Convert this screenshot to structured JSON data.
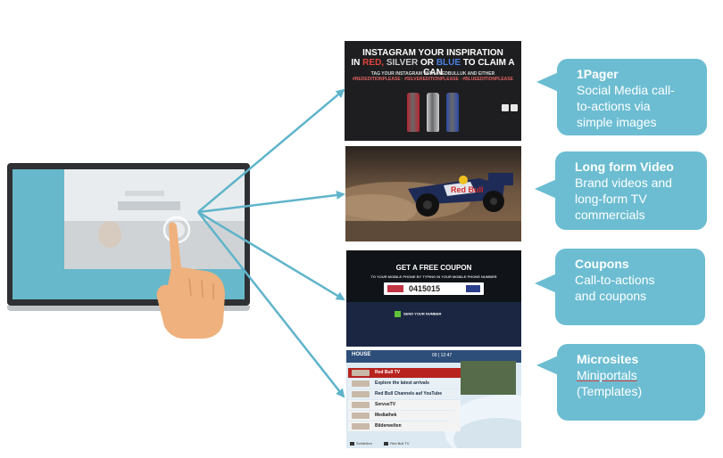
{
  "thumbnails": {
    "instagram": {
      "title_line1": "INSTAGRAM YOUR INSPIRATION",
      "title_line2_prefix": "IN",
      "title_red": "RED,",
      "title_silver": "SILVER",
      "title_or": "OR",
      "title_blue": "BLUE",
      "title_suffix": "TO CLAIM A CAN",
      "subline": "TAG YOUR INSTAGRAM WITH #REDBULLUK AND EITHER",
      "hashtags": "#REDEDITIONPLEASE · #SILVEREDITIONPLEASE · #BLUEEDITIONPLEASE",
      "can_colors": [
        "#b8232d",
        "#c8cacc",
        "#2b4aa8"
      ]
    },
    "video": {
      "car_text": "Red Bull"
    },
    "coupon": {
      "title": "GET A FREE COUPON",
      "subtitle": "TO YOUR MOBILE PHONE BY TYPING IN YOUR MOBILE PHONE NUMBER",
      "number": "0415015",
      "send": "SEND YOUR NUMBER"
    },
    "microsite": {
      "logo": "HOUSE",
      "clock": "09 | 12:47",
      "menu": [
        {
          "label": "Red Bull TV",
          "style": "red"
        },
        {
          "label": "Explore the latest arrivals",
          "style": "blue"
        },
        {
          "label": "Red Bull Channels auf YouTube",
          "style": "blue"
        },
        {
          "label": "ServusTV",
          "style": "light"
        },
        {
          "label": "Mediathek",
          "style": "light"
        },
        {
          "label": "Bilderwelten",
          "style": "light"
        }
      ],
      "foot_left": "Schließen",
      "foot_right": "Red Bull TV"
    }
  },
  "callouts": [
    {
      "title": "1Pager",
      "body": "Social Media call-\nto-actions via\nsimple images"
    },
    {
      "title": "Long form Video",
      "body": "Brand videos and\nlong-form TV\ncommercials"
    },
    {
      "title": "Coupons",
      "body": "Call-to-actions\nand coupons"
    },
    {
      "title": "Microsites",
      "body_underlined": "Miniportals",
      "body": "(Templates)"
    }
  ],
  "colors": {
    "accent": "#6cbdd2",
    "arrow": "#5fb4cb",
    "screen": "#67b8ca",
    "hand": "#efb17d"
  },
  "icons": [
    "hand-pointer-icon",
    "arrow-icon"
  ]
}
